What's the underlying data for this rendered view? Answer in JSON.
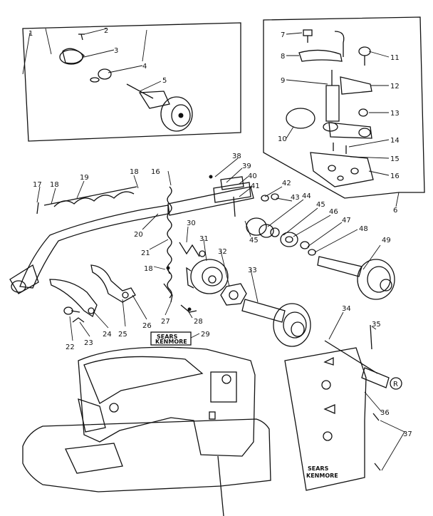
{
  "callouts": [
    "1",
    "2",
    "3",
    "4",
    "5",
    "6",
    "7",
    "8",
    "9",
    "10",
    "11",
    "12",
    "13",
    "14",
    "15",
    "16",
    "16",
    "17",
    "18",
    "18",
    "19",
    "20",
    "21",
    "18",
    "22",
    "23",
    "24",
    "25",
    "26",
    "27",
    "28",
    "29",
    "30",
    "31",
    "32",
    "33",
    "34",
    "35",
    "36",
    "37",
    "37",
    "38",
    "39",
    "40",
    "41",
    "42",
    "43",
    "44",
    "45",
    "45",
    "46",
    "47",
    "48",
    "49"
  ],
  "nameplate": {
    "line1": "SEARS",
    "line2": "KENMORE"
  },
  "panel_plate": {
    "line1": "SEARS",
    "line2": "KENMORE"
  },
  "dial_letter": "R"
}
